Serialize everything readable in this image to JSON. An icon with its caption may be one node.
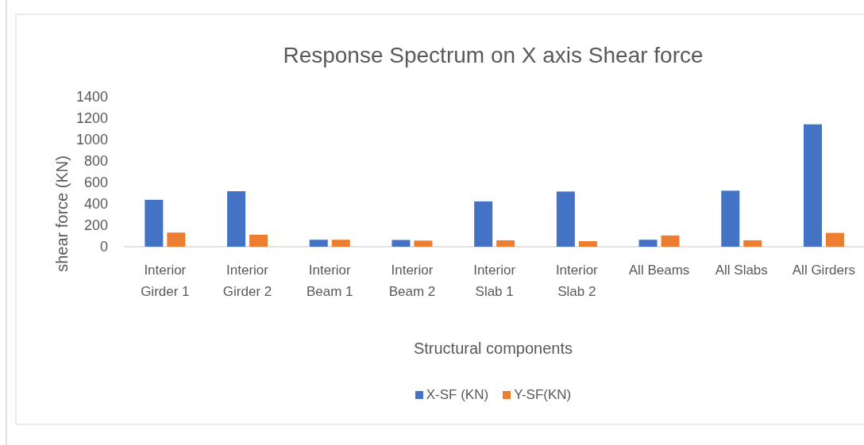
{
  "diagram": {
    "chart_data": {
      "type": "bar",
      "title": "Response Spectrum on X axis Shear force",
      "xlabel": "Structural components",
      "ylabel": "shear force (KN)",
      "categories": [
        "Interior Girder 1",
        "Interior Girder 2",
        "Interior Beam 1",
        "Interior Beam 2",
        "Interior Slab 1",
        "Interior Slab 2",
        "All Beams",
        "All Slabs",
        "All Girders"
      ],
      "series": [
        {
          "name": "X-SF (KN)",
          "color": "#4472c4",
          "values": [
            438,
            518,
            65,
            63,
            423,
            515,
            65,
            523,
            1143
          ]
        },
        {
          "name": "Y-SF(KN)",
          "color": "#ed7d31",
          "values": [
            132,
            112,
            65,
            57,
            60,
            52,
            105,
            60,
            129
          ]
        }
      ],
      "ylim": [
        0,
        1400
      ],
      "yticks": [
        0,
        200,
        400,
        600,
        800,
        1000,
        1200,
        1400
      ]
    }
  }
}
